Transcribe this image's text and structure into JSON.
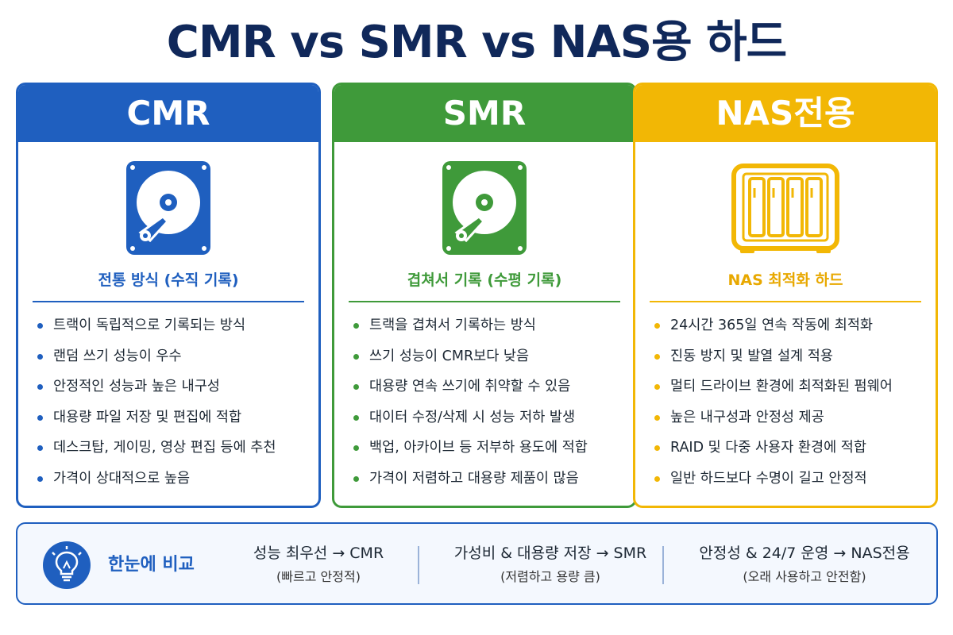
{
  "title": "CMR vs SMR vs NAS용 하드",
  "colors": {
    "cmr": "#1f5fbf",
    "smr": "#3f9a3a",
    "nas": "#f2b705",
    "title": "#10285a"
  },
  "cards": [
    {
      "header": "CMR",
      "icon": "hard-drive-icon",
      "subtitle": "전통 방식 (수직 기록)",
      "items": [
        "트랙이 독립적으로 기록되는 방식",
        "랜덤 쓰기 성능이 우수",
        "안정적인 성능과 높은 내구성",
        "대용량 파일 저장 및 편집에 적합",
        "데스크탑, 게이밍, 영상 편집 등에 추천",
        "가격이 상대적으로 높음"
      ]
    },
    {
      "header": "SMR",
      "icon": "hard-drive-icon",
      "subtitle": "겹쳐서 기록 (수평 기록)",
      "items": [
        "트랙을 겹쳐서 기록하는 방식",
        "쓰기 성능이 CMR보다 낮음",
        "대용량 연속 쓰기에 취약할 수 있음",
        "대이터 수정/삭제 시 성능 저하 발생",
        "백업, 아카이브 등 저부하 용도에 적합",
        "가격이 저렴하고 대용량 제품이 많음"
      ]
    },
    {
      "header": "NAS전용",
      "icon": "nas-enclosure-icon",
      "subtitle": "NAS 최적화 하드",
      "items": [
        "24시간 365일 연속 작동에 최적화",
        "진동 방지 및 발열 설계 적용",
        "멀티 드라이브 환경에 최적화된 펌웨어",
        "높은 내구성과 안정성 제공",
        "RAID 및 다중 사용자 환경에 적합",
        "일반 하드보다 수명이 길고 안정적"
      ]
    }
  ],
  "compare": {
    "icon": "lightbulb-icon",
    "label": "한눈에 비교",
    "items": [
      {
        "main": "성능 최우선 → CMR",
        "sub": "(빠르고 안정적)"
      },
      {
        "main": "가성비 & 대용량 저장 → SMR",
        "sub": "(저렴하고 용량 큼)"
      },
      {
        "main": "안정성 & 24/7 운영 → NAS전용",
        "sub": "(오래 사용하고 안전함)"
      }
    ]
  }
}
